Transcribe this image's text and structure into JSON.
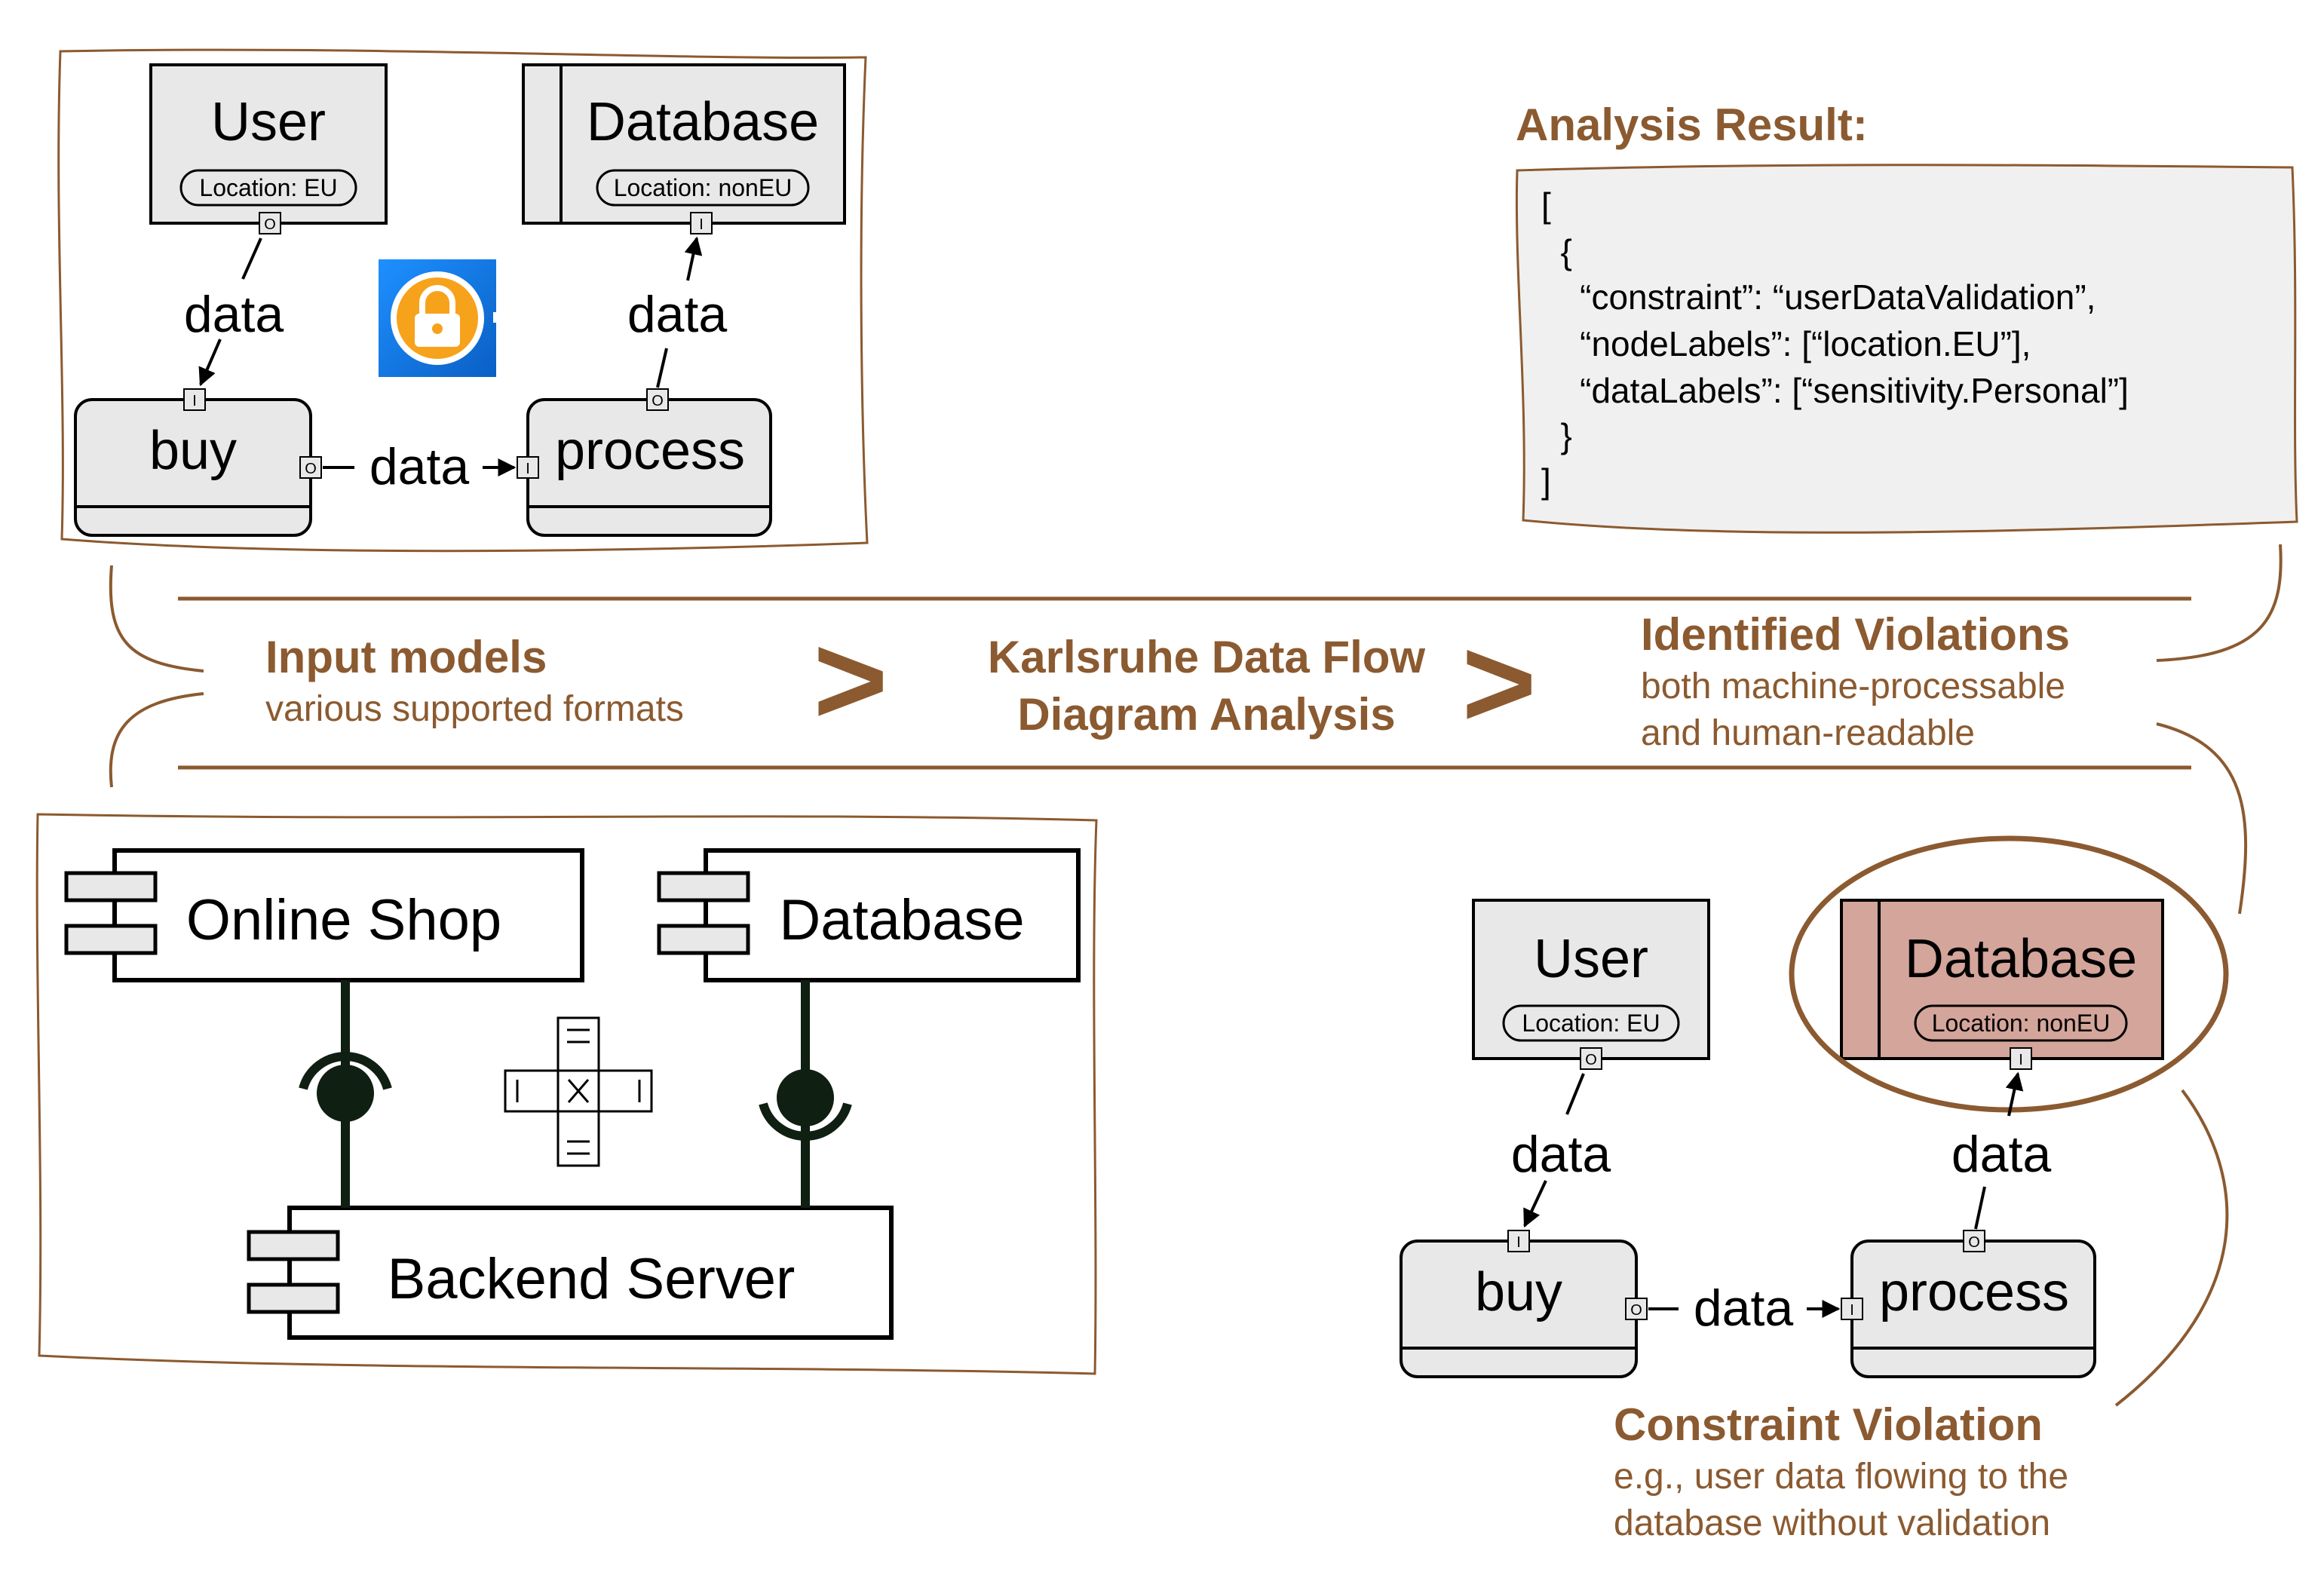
{
  "colors": {
    "accent_brown": "#8b5a30",
    "node_fill": "#e8e8e8",
    "violation_fill": "#d4a59a",
    "json_box": "#f0f0f0",
    "connector_dark": "#0f1f12"
  },
  "dfd_top": {
    "user": {
      "title": "User",
      "label": "Location: EU",
      "port": "O"
    },
    "database": {
      "title": "Database",
      "label": "Location: nonEU",
      "port": "I"
    },
    "buy": {
      "title": "buy",
      "in_port": "I",
      "out_port": "O"
    },
    "process": {
      "title": "process",
      "in_port": "I",
      "out_port": "O"
    },
    "flows": [
      "data",
      "data",
      "data"
    ],
    "icon": "lock-icon"
  },
  "analysis": {
    "heading": "Analysis Result:",
    "json_lines": [
      "[",
      "  {",
      "    “constraint”: “userDataValidation”,",
      "    “nodeLabels”: [“location.EU”],",
      "    “dataLabels”: [“sensitivity.Personal”]",
      "  }",
      "]"
    ]
  },
  "pipeline": {
    "step1": {
      "title": "Input models",
      "subtitle": "various supported formats"
    },
    "separator1": ">",
    "step2": {
      "title_line1": "Karlsruhe Data Flow",
      "title_line2": "Diagram Analysis"
    },
    "separator2": ">",
    "step3": {
      "title": "Identified Violations",
      "subtitle_line1": "both machine-processable",
      "subtitle_line2": "and human-readable"
    }
  },
  "component_diagram": {
    "online_shop": "Online Shop",
    "database": "Database",
    "backend": "Backend Server",
    "icon": "component-diagram-icon"
  },
  "dfd_bottom": {
    "user": {
      "title": "User",
      "label": "Location: EU",
      "port": "O"
    },
    "database": {
      "title": "Database",
      "label": "Location: nonEU",
      "port": "I"
    },
    "buy": {
      "title": "buy",
      "in_port": "I",
      "out_port": "O"
    },
    "process": {
      "title": "process",
      "in_port": "I",
      "out_port": "O"
    },
    "flows": [
      "data",
      "data",
      "data"
    ]
  },
  "violation": {
    "title": "Constraint Violation",
    "desc_line1": "e.g., user data flowing to the",
    "desc_line2": "database without validation"
  }
}
